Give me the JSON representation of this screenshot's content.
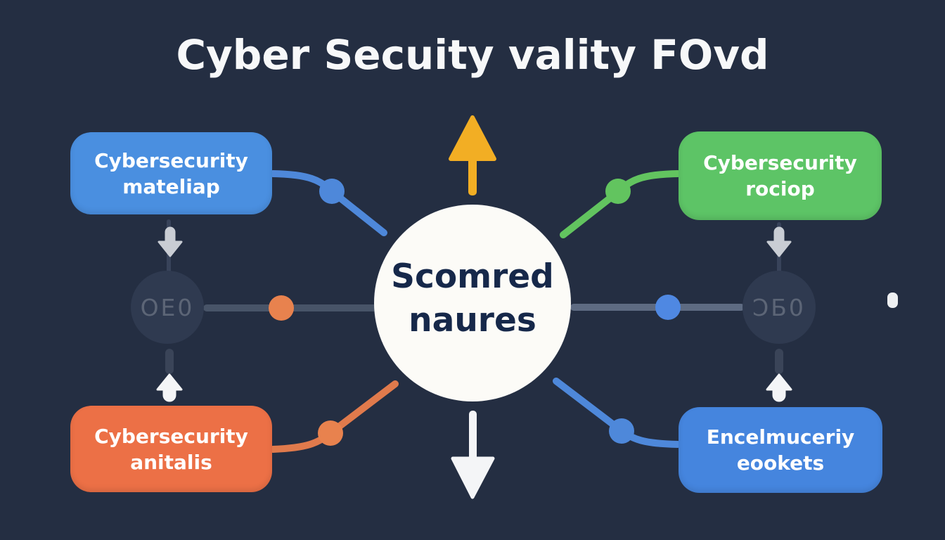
{
  "title": "Cyber Secuity vality FOvd",
  "nodes": {
    "center": {
      "line1": "Scomred",
      "line2": "naures"
    },
    "top_left": {
      "line1": "Cybersecurity",
      "line2": "mateliap",
      "color": "#4a8fe0"
    },
    "top_right": {
      "line1": "Cybersecurity",
      "line2": "rociop",
      "color": "#5dc466"
    },
    "bottom_left": {
      "line1": "Cybersecurity",
      "line2": "anitalis",
      "color": "#ec7046"
    },
    "bottom_right": {
      "line1": "Encelmuceriy",
      "line2": "eookets",
      "color": "#4585de"
    },
    "left_circle": {
      "label": "OE0"
    },
    "right_circle": {
      "label": "ƆБ0"
    }
  },
  "icons": {
    "top_center": "arrow-up",
    "bottom_center": "arrow-down",
    "left_upper": "arrow-down",
    "left_lower": "arrow-up",
    "right_upper": "arrow-down",
    "right_lower": "arrow-up"
  },
  "colors": {
    "background": "#242e42",
    "title_text": "#f7f8f9",
    "center_fill": "#fcfbf7",
    "center_text": "#16284a",
    "side_circle_fill": "#2f3a50",
    "side_circle_text": "rgba(255,255,255,0.22)",
    "connector_blue": "#4e88da",
    "connector_green": "#62c45f",
    "connector_orange": "#e07a4c",
    "line_gray_left": "#485468",
    "line_gray_right": "#5e6b82",
    "dot_orange": "#e8824e",
    "dot_blue": "#4f88e2",
    "arrow_yellow": "#f2ae24",
    "arrow_white": "#f4f5f7",
    "arrow_gray": "#c9cdd4",
    "stem_dark": "#3a4458",
    "faint_stem": "#38435a",
    "edge_tick": "#eef0f2"
  }
}
